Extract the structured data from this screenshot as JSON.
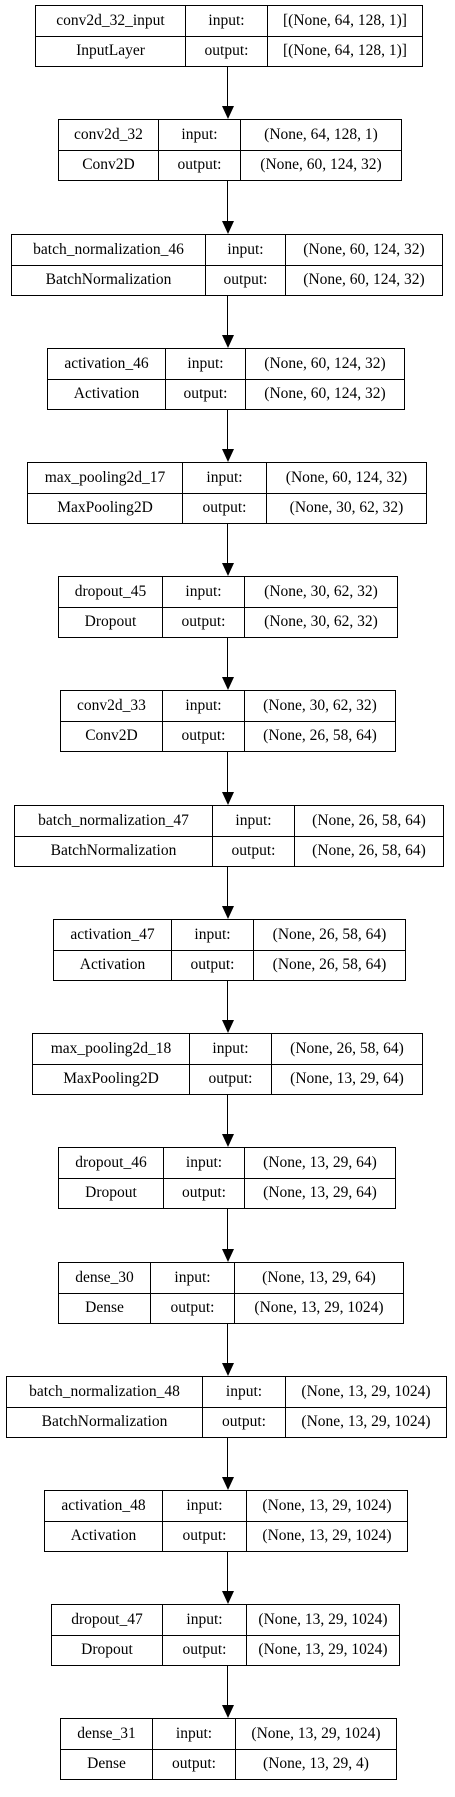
{
  "layers": [
    {
      "name": "conv2d_32_input",
      "type": "InputLayer",
      "input_label": "input:",
      "output_label": "output:",
      "input_shape": "[(None, 64, 128, 1)]",
      "output_shape": "[(None, 64, 128, 1)]"
    },
    {
      "name": "conv2d_32",
      "type": "Conv2D",
      "input_label": "input:",
      "output_label": "output:",
      "input_shape": "(None, 64, 128, 1)",
      "output_shape": "(None, 60, 124, 32)"
    },
    {
      "name": "batch_normalization_46",
      "type": "BatchNormalization",
      "input_label": "input:",
      "output_label": "output:",
      "input_shape": "(None, 60, 124, 32)",
      "output_shape": "(None, 60, 124, 32)"
    },
    {
      "name": "activation_46",
      "type": "Activation",
      "input_label": "input:",
      "output_label": "output:",
      "input_shape": "(None, 60, 124, 32)",
      "output_shape": "(None, 60, 124, 32)"
    },
    {
      "name": "max_pooling2d_17",
      "type": "MaxPooling2D",
      "input_label": "input:",
      "output_label": "output:",
      "input_shape": "(None, 60, 124, 32)",
      "output_shape": "(None, 30, 62, 32)"
    },
    {
      "name": "dropout_45",
      "type": "Dropout",
      "input_label": "input:",
      "output_label": "output:",
      "input_shape": "(None, 30, 62, 32)",
      "output_shape": "(None, 30, 62, 32)"
    },
    {
      "name": "conv2d_33",
      "type": "Conv2D",
      "input_label": "input:",
      "output_label": "output:",
      "input_shape": "(None, 30, 62, 32)",
      "output_shape": "(None, 26, 58, 64)"
    },
    {
      "name": "batch_normalization_47",
      "type": "BatchNormalization",
      "input_label": "input:",
      "output_label": "output:",
      "input_shape": "(None, 26, 58, 64)",
      "output_shape": "(None, 26, 58, 64)"
    },
    {
      "name": "activation_47",
      "type": "Activation",
      "input_label": "input:",
      "output_label": "output:",
      "input_shape": "(None, 26, 58, 64)",
      "output_shape": "(None, 26, 58, 64)"
    },
    {
      "name": "max_pooling2d_18",
      "type": "MaxPooling2D",
      "input_label": "input:",
      "output_label": "output:",
      "input_shape": "(None, 26, 58, 64)",
      "output_shape": "(None, 13, 29, 64)"
    },
    {
      "name": "dropout_46",
      "type": "Dropout",
      "input_label": "input:",
      "output_label": "output:",
      "input_shape": "(None, 13, 29, 64)",
      "output_shape": "(None, 13, 29, 64)"
    },
    {
      "name": "dense_30",
      "type": "Dense",
      "input_label": "input:",
      "output_label": "output:",
      "input_shape": "(None, 13, 29, 64)",
      "output_shape": "(None, 13, 29, 1024)"
    },
    {
      "name": "batch_normalization_48",
      "type": "BatchNormalization",
      "input_label": "input:",
      "output_label": "output:",
      "input_shape": "(None, 13, 29, 1024)",
      "output_shape": "(None, 13, 29, 1024)"
    },
    {
      "name": "activation_48",
      "type": "Activation",
      "input_label": "input:",
      "output_label": "output:",
      "input_shape": "(None, 13, 29, 1024)",
      "output_shape": "(None, 13, 29, 1024)"
    },
    {
      "name": "dropout_47",
      "type": "Dropout",
      "input_label": "input:",
      "output_label": "output:",
      "input_shape": "(None, 13, 29, 1024)",
      "output_shape": "(None, 13, 29, 1024)"
    },
    {
      "name": "dense_31",
      "type": "Dense",
      "input_label": "input:",
      "output_label": "output:",
      "input_shape": "(None, 13, 29, 1024)",
      "output_shape": "(None, 13, 29, 4)"
    }
  ]
}
